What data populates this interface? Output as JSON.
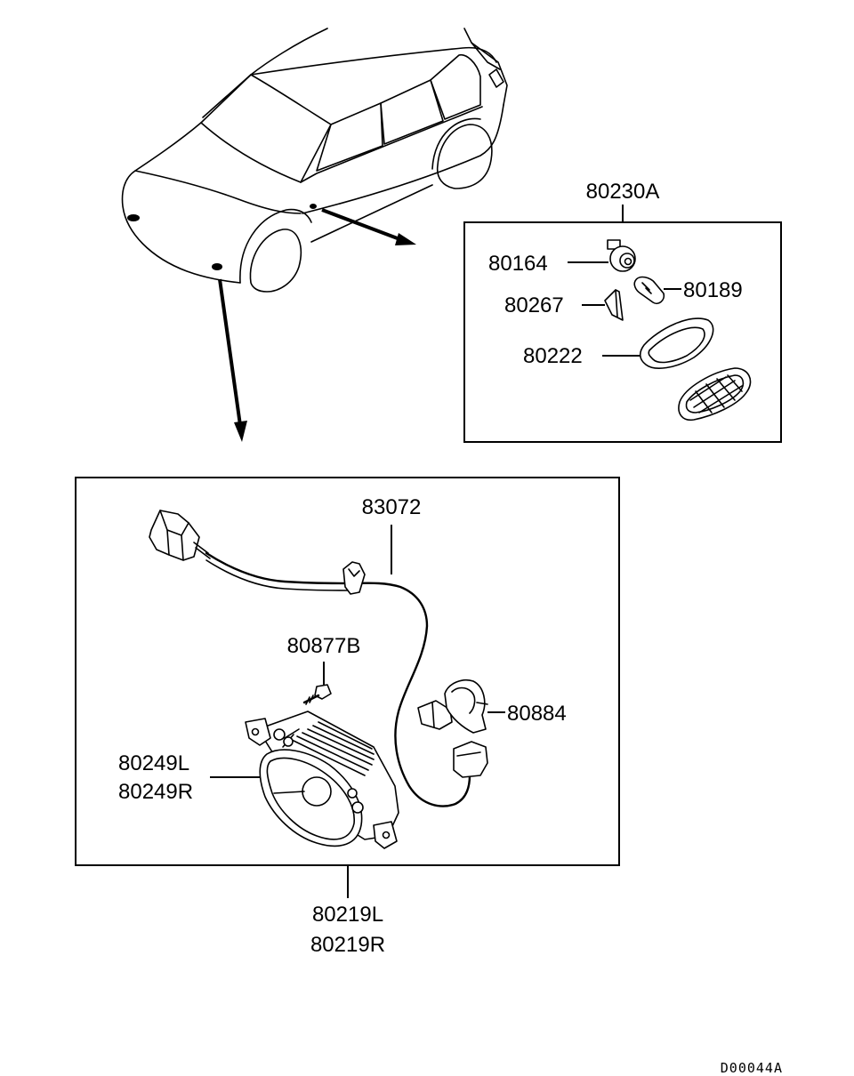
{
  "diagram_code": "D00044A",
  "side_marker_box": {
    "assembly": "80230A",
    "parts": {
      "socket": "80164",
      "bulb": "80189",
      "clip": "80267",
      "gasket": "80222"
    }
  },
  "fog_lamp_box": {
    "assembly_line1": "80219L",
    "assembly_line2": "80219R",
    "parts": {
      "harness": "83072",
      "screw": "80877B",
      "bulb": "80884",
      "lamp_line1": "80249L",
      "lamp_line2": "80249R"
    }
  }
}
